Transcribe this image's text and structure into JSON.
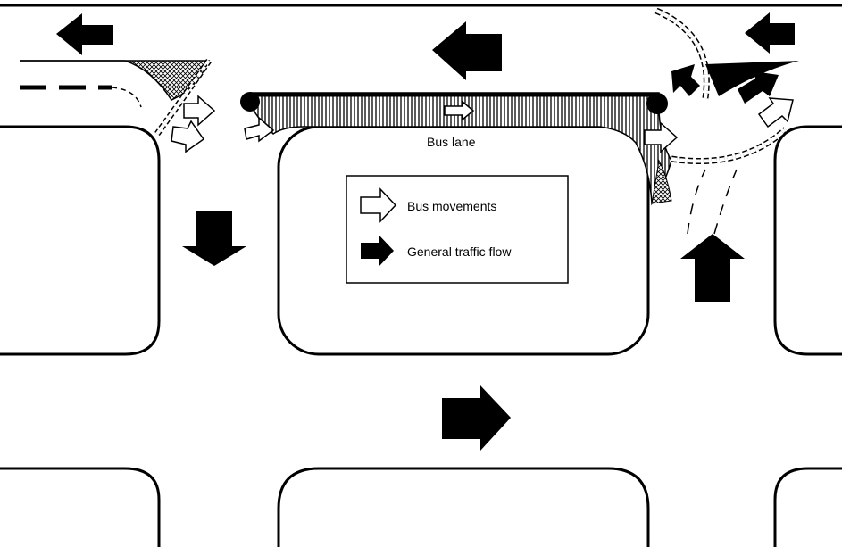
{
  "labels": {
    "bus_lane": "Bus lane"
  },
  "legend": {
    "bus_movements": "Bus movements",
    "general_traffic_flow": "General traffic flow"
  },
  "colors": {
    "general_traffic": "#000000",
    "bus_movement_fill": "#ffffff",
    "outline": "#000000"
  },
  "icons": {
    "general_traffic": "solid-arrow",
    "bus_movement": "hollow-arrow"
  }
}
